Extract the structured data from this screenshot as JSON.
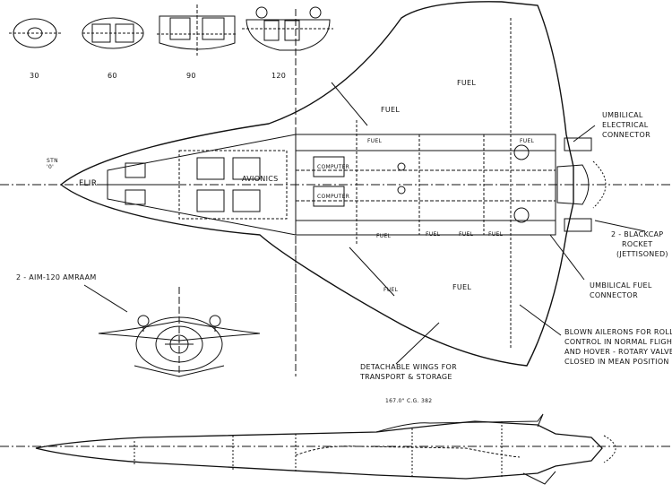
{
  "sections": [
    {
      "label": "30"
    },
    {
      "label": "60"
    },
    {
      "label": "90"
    },
    {
      "label": "120"
    }
  ],
  "callouts": {
    "umbilical_electrical": [
      "UMBILICAL",
      "ELECTRICAL",
      "CONNECTOR"
    ],
    "blackcap": [
      "2 - BLACKCAP",
      "ROCKET",
      "(JETTISONED)"
    ],
    "umbilical_fuel": [
      "UMBILICAL FUEL",
      "CONNECTOR"
    ],
    "blown_ailerons": [
      "BLOWN AILERONS FOR ROLL",
      "CONTROL IN NORMAL FLIGHT",
      "AND HOVER - ROTARY VALVE",
      "CLOSED IN MEAN POSITION"
    ],
    "detachable_wings": [
      "DETACHABLE WINGS FOR",
      "TRANSPORT & STORAGE"
    ],
    "missiles": "2 - AIM-120 AMRAAM"
  },
  "plan_labels": {
    "flir": "FLIR",
    "avionics": "AVIONICS",
    "fuel_labels": [
      "FUEL",
      "FUEL",
      "FUEL",
      "FUEL",
      "FUEL",
      "FUEL",
      "FUEL",
      "FUEL",
      "FUEL",
      "FUEL"
    ],
    "computer_1": "COMPUTER",
    "computer_2": "COMPUTER",
    "station_0": "STN\n'0'",
    "cg_label": "167.0\" C.G. 382"
  }
}
